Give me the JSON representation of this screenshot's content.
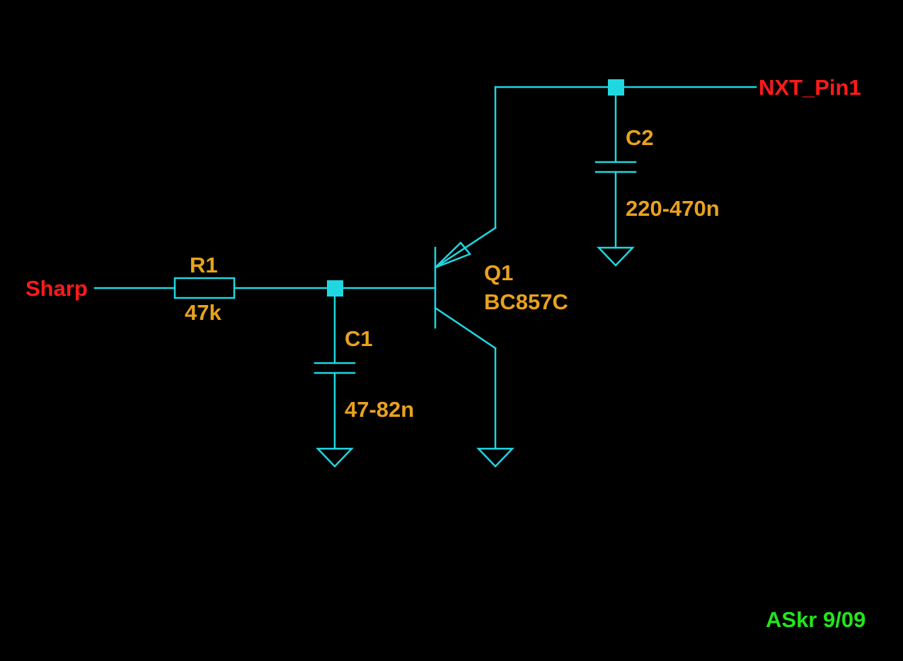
{
  "colors": {
    "background": "#000000",
    "wire": "#1fd7e0",
    "component_label": "#e8a21f",
    "net_label": "#ff1a1a",
    "signature": "#22e61c"
  },
  "nets": {
    "input": "Sharp",
    "output": "NXT_Pin1"
  },
  "components": {
    "r1": {
      "ref": "R1",
      "value": "47k"
    },
    "c1": {
      "ref": "C1",
      "value": "47-82n"
    },
    "c2": {
      "ref": "C2",
      "value": "220-470n"
    },
    "q1": {
      "ref": "Q1",
      "value": "BC857C"
    }
  },
  "signature": "ASkr 9/09"
}
